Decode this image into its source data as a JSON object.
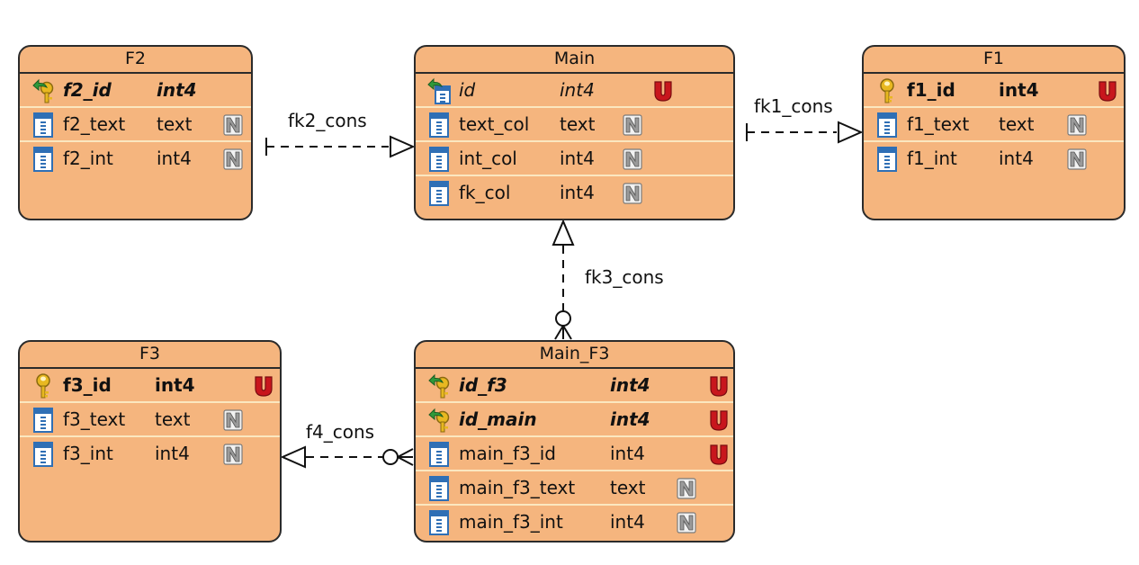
{
  "entities": {
    "f2": {
      "title": "F2",
      "rows": [
        {
          "name": "f2_id",
          "type": "int4",
          "icon": "foreign-primary-key-icon",
          "badge": "",
          "style": "fkpk"
        },
        {
          "name": "f2_text",
          "type": "text",
          "icon": "column-icon",
          "badge": "N",
          "style": ""
        },
        {
          "name": "f2_int",
          "type": "int4",
          "icon": "column-icon",
          "badge": "N",
          "style": ""
        }
      ]
    },
    "main": {
      "title": "Main",
      "rows": [
        {
          "name": "id",
          "type": "int4",
          "icon": "foreign-key-column-icon",
          "badge": "U",
          "style": "fk"
        },
        {
          "name": "text_col",
          "type": "text",
          "icon": "column-icon",
          "badge": "N",
          "style": ""
        },
        {
          "name": "int_col",
          "type": "int4",
          "icon": "column-icon",
          "badge": "N",
          "style": ""
        },
        {
          "name": "fk_col",
          "type": "int4",
          "icon": "column-icon",
          "badge": "N",
          "style": ""
        }
      ]
    },
    "f1": {
      "title": "F1",
      "rows": [
        {
          "name": "f1_id",
          "type": "int4",
          "icon": "primary-key-icon",
          "badge": "U",
          "style": "pk"
        },
        {
          "name": "f1_text",
          "type": "text",
          "icon": "column-icon",
          "badge": "N",
          "style": ""
        },
        {
          "name": "f1_int",
          "type": "int4",
          "icon": "column-icon",
          "badge": "N",
          "style": ""
        }
      ]
    },
    "f3": {
      "title": "F3",
      "rows": [
        {
          "name": "f3_id",
          "type": "int4",
          "icon": "primary-key-icon",
          "badge": "U",
          "style": "pk"
        },
        {
          "name": "f3_text",
          "type": "text",
          "icon": "column-icon",
          "badge": "N",
          "style": ""
        },
        {
          "name": "f3_int",
          "type": "int4",
          "icon": "column-icon",
          "badge": "N",
          "style": ""
        }
      ]
    },
    "main_f3": {
      "title": "Main_F3",
      "rows": [
        {
          "name": "id_f3",
          "type": "int4",
          "icon": "foreign-primary-key-icon",
          "badge": "U",
          "style": "fkpk"
        },
        {
          "name": "id_main",
          "type": "int4",
          "icon": "foreign-primary-key-icon",
          "badge": "U",
          "style": "fkpk"
        },
        {
          "name": "main_f3_id",
          "type": "int4",
          "icon": "column-icon",
          "badge": "U",
          "style": ""
        },
        {
          "name": "main_f3_text",
          "type": "text",
          "icon": "column-icon",
          "badge": "N",
          "style": ""
        },
        {
          "name": "main_f3_int",
          "type": "int4",
          "icon": "column-icon",
          "badge": "N",
          "style": ""
        }
      ]
    }
  },
  "relationships": {
    "fk1": "fk1_cons",
    "fk2": "fk2_cons",
    "fk3": "fk3_cons",
    "fk4": "f4_cons"
  },
  "colors": {
    "entity_fill": "#f5b57e",
    "entity_border": "#2b2b2b",
    "row_separator": "#fbe7c0",
    "unique_badge": "#c8161d",
    "nullable_badge": "#9a9a9a",
    "key_gold": "#e8b820",
    "column_blue": "#2f6fb5"
  }
}
